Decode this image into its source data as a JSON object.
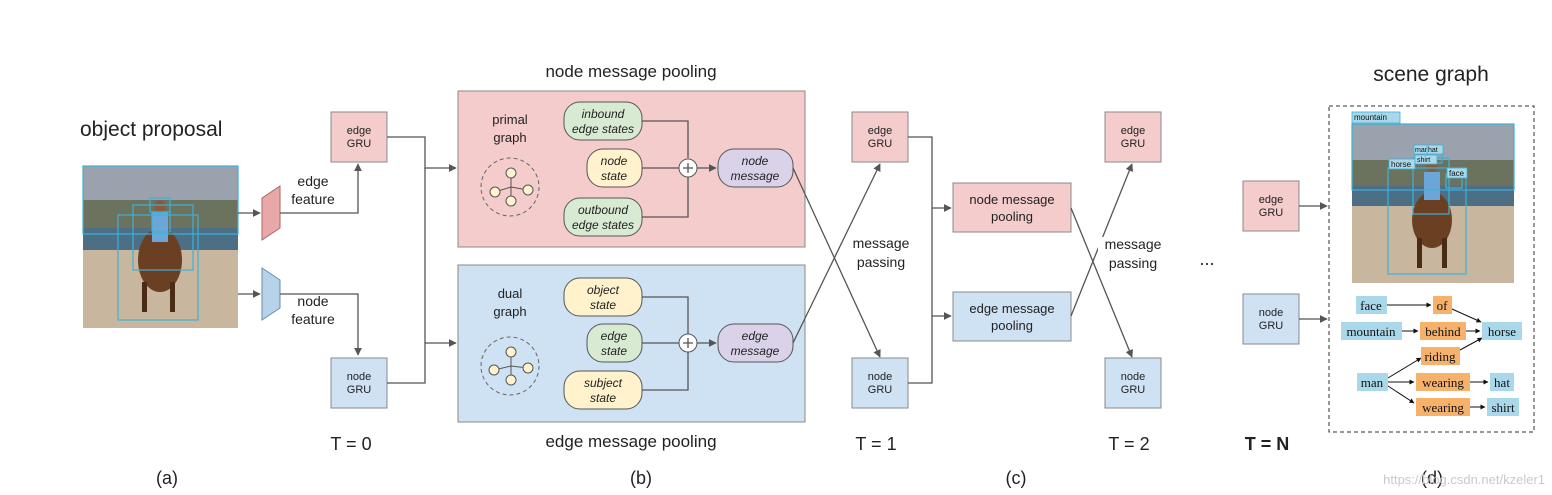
{
  "section_a": {
    "title": "object proposal",
    "caption": "(a)"
  },
  "features": {
    "edge": [
      "edge",
      "feature"
    ],
    "node": [
      "node",
      "feature"
    ]
  },
  "gru": {
    "edge_lines": [
      "edge",
      "GRU"
    ],
    "node_lines": [
      "node",
      "GRU"
    ]
  },
  "time_labels": {
    "t0": "T = 0",
    "t1": "T = 1",
    "t2": "T = 2",
    "tn": "T = N",
    "ellipsis": "..."
  },
  "section_b": {
    "top_title": "node message pooling",
    "bottom_title": "edge message pooling",
    "caption": "(b)",
    "primal_label": [
      "primal",
      "graph"
    ],
    "dual_label": [
      "dual",
      "graph"
    ],
    "primal_pills": [
      [
        "inbound",
        "edge states"
      ],
      [
        "node",
        "state"
      ],
      [
        "outbound",
        "edge states"
      ]
    ],
    "primal_output": [
      "node",
      "message"
    ],
    "dual_pills": [
      [
        "object",
        "state"
      ],
      [
        "edge",
        "state"
      ],
      [
        "subject",
        "state"
      ]
    ],
    "dual_output": [
      "edge",
      "message"
    ]
  },
  "message_passing": [
    "message",
    "passing"
  ],
  "section_c": {
    "node_pool": [
      "node message",
      "pooling"
    ],
    "edge_pool": [
      "edge message",
      "pooling"
    ],
    "caption": "(c)"
  },
  "section_d": {
    "title": "scene graph",
    "caption": "(d)",
    "image_labels": {
      "mountain": "mountain",
      "horse": "horse",
      "man": "man",
      "hat": "hat",
      "shirt": "shirt",
      "face": "face"
    },
    "graph_nodes": {
      "face": "face",
      "of": "of",
      "mountain": "mountain",
      "behind": "behind",
      "horse": "horse",
      "riding": "riding",
      "man": "man",
      "wearing1": "wearing",
      "wearing2": "wearing",
      "hat": "hat",
      "shirt": "shirt"
    }
  },
  "watermark": "https://blog.csdn.net/kzeler1",
  "colors": {
    "pink_fill": "#f4cccc",
    "pink_stroke": "#c97b7b",
    "blue_fill": "#cfe2f3",
    "blue_stroke": "#7c93aa",
    "green_pill": "#d9ead3",
    "yellow_pill": "#fff2cc",
    "purple_pill": "#d9d2e9",
    "entity_node": "#a8d8ea",
    "relation_node": "#f6b26b"
  }
}
